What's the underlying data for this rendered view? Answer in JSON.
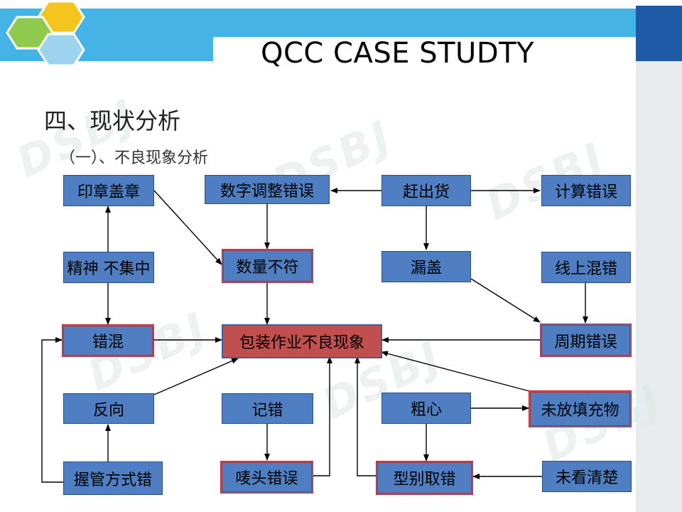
{
  "title": "QCC CASE STUDTY",
  "heading": "四、现状分析",
  "subheading": "（一）、不良现象分析",
  "watermark": "DSBJ",
  "nodes": {
    "yinzhang": "印章盖章",
    "shuzi": "数字调整错误",
    "ganchu": "赶出货",
    "jisuan": "计算错误",
    "jingshen": "精神 不集中",
    "shuliang": "数量不符",
    "lougai": "漏盖",
    "xianshang": "线上混错",
    "cuohun": "错混",
    "center": "包装作业不良现象",
    "zhouqi": "周期错误",
    "fanxiang": "反向",
    "jicuo": "记错",
    "cuxin": "粗心",
    "weifang": "未放填充物",
    "woguan": "握管方式错",
    "mitou": "唛头错误",
    "xingbie": "型别取错",
    "weikan": "未看清楚"
  }
}
